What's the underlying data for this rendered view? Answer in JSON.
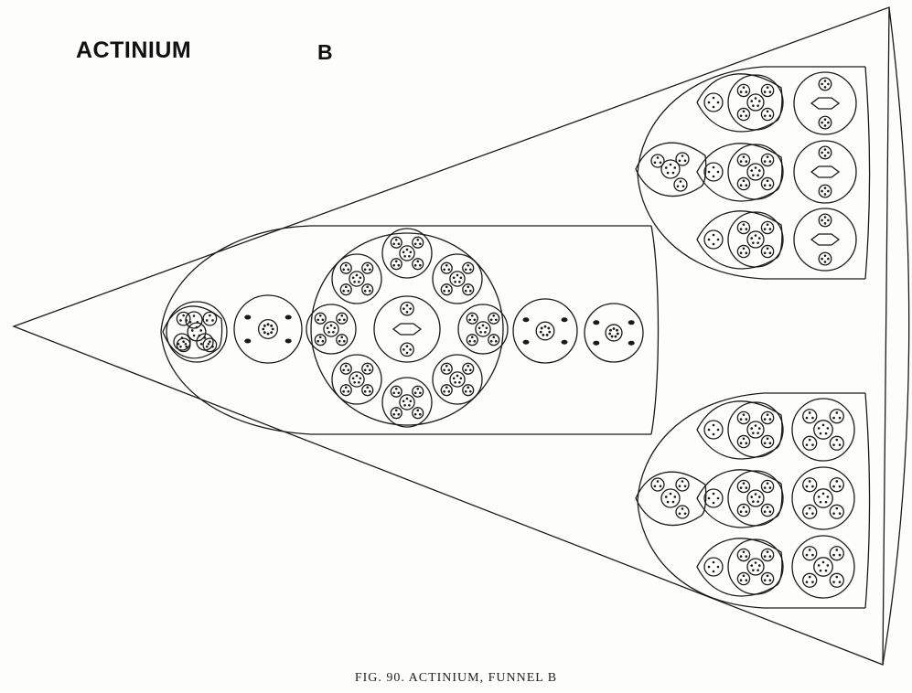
{
  "title": "ACTINIUM",
  "funnel_letter": "B",
  "caption": "FIG. 90. ACTINIUM, FUNNEL B",
  "colors": {
    "ink": "#1a1a1a",
    "paper": "#fdfdfc"
  }
}
